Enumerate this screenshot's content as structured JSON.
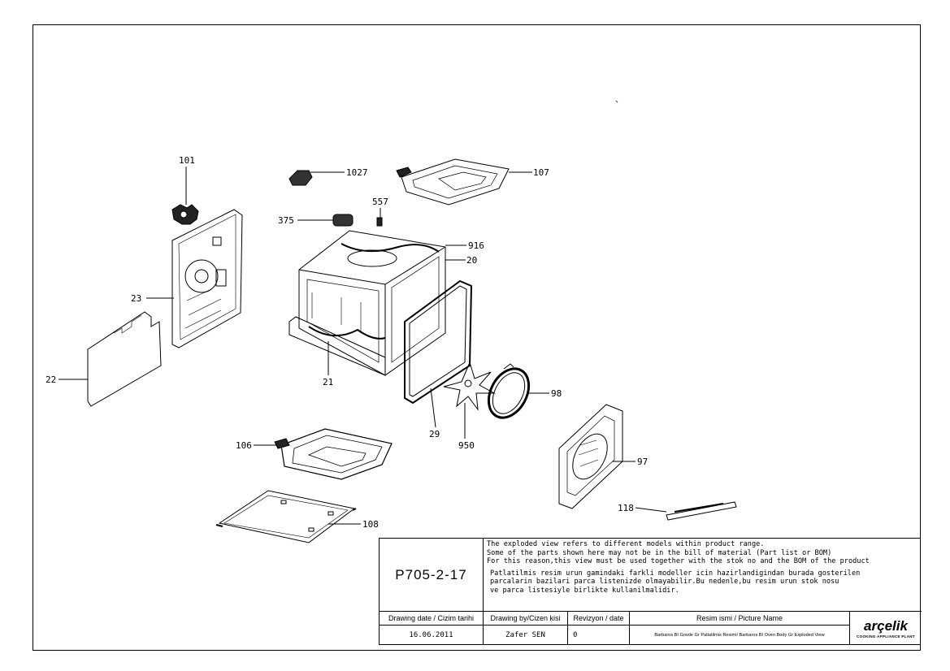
{
  "callouts": [
    {
      "id": "101",
      "text": "101"
    },
    {
      "id": "1027",
      "text": "1027"
    },
    {
      "id": "107",
      "text": "107"
    },
    {
      "id": "557",
      "text": "557"
    },
    {
      "id": "375",
      "text": "375"
    },
    {
      "id": "916",
      "text": "916"
    },
    {
      "id": "20",
      "text": "20"
    },
    {
      "id": "23",
      "text": "23"
    },
    {
      "id": "22",
      "text": "22"
    },
    {
      "id": "21",
      "text": "21"
    },
    {
      "id": "98",
      "text": "98"
    },
    {
      "id": "29",
      "text": "29"
    },
    {
      "id": "950",
      "text": "950"
    },
    {
      "id": "106",
      "text": "106"
    },
    {
      "id": "97",
      "text": "97"
    },
    {
      "id": "118",
      "text": "118"
    },
    {
      "id": "108",
      "text": "108"
    }
  ],
  "title_block": {
    "drawing_code": "P705-2-17",
    "notes_en": [
      "The exploded view refers to different models within product range.",
      "Some of the parts shown here may not be in the bill of material (Part list or BOM)",
      "For this reason,this view must be used together with the stok no and the BOM of the product"
    ],
    "notes_tr": [
      "Patlatilmis resim urun gamindaki farkli modeller icin hazirlandigindan burada gosterilen",
      "parcalarin bazilari parca listenizde olmayabilir.Bu nedenle,bu resim urun stok nosu",
      "ve parca listesiyle birlikte kullanilmalidir."
    ],
    "headers": {
      "date": "Drawing date / Cizim tarihi",
      "by": "Drawing by/Cizen kisi",
      "rev": "Revizyon / date",
      "name": "Resim ismi / Picture Name"
    },
    "values": {
      "date": "16.06.2011",
      "by": "Zafer SEN",
      "rev": "0",
      "name": "Barbaros BI Govde Gr Patlatilmis Resimi/ Barbaros BI Oven Body Gr Exploded View"
    },
    "logo": {
      "brand": "arçelik",
      "tagline": "COOKING APPLIANCE PLANT"
    }
  }
}
